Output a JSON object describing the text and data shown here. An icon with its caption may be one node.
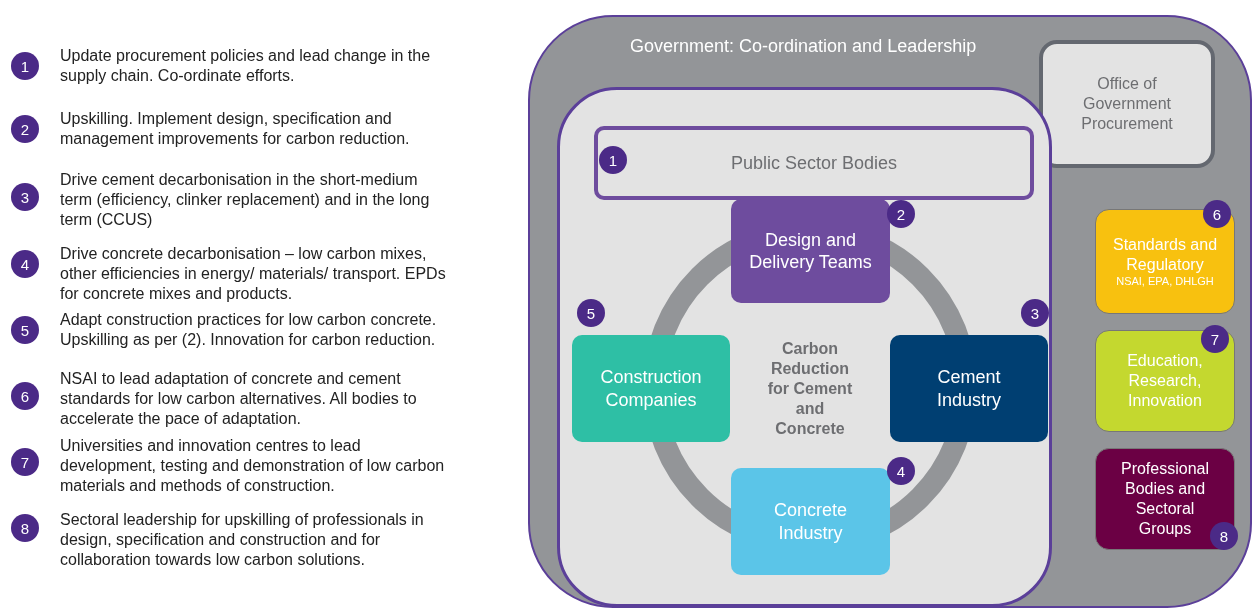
{
  "diagram": {
    "nodes": [
      {
        "text": [
          "Government: Co-ordination and Leadership"
        ]
      },
      {
        "text": [
          "Office of Government Procurement"
        ],
        "in": 0
      },
      {
        "text": [],
        "shape": "box",
        "in": 0
      },
      {
        "text": [
          "Public Sector Bodies"
        ],
        "in": 2
      },
      {
        "text": [
          "Design and Delivery Teams"
        ],
        "in": 2
      },
      {
        "text": [
          "Construction Companies"
        ],
        "in": 2
      },
      {
        "text": [
          "Carbon Reduction for Cement and Concrete"
        ],
        "in": 2
      },
      {
        "text": [
          "Cement Industry"
        ],
        "in": 2
      },
      {
        "text": [
          "Concrete Industry"
        ],
        "in": 2
      },
      {
        "text": [
          "Standards and Regulatory",
          "NSAI, EPA, DHLGH"
        ],
        "in": 0
      },
      {
        "text": [
          "Education, Research, Innovation"
        ],
        "in": 0
      },
      {
        "text": [
          "Professional Bodies and Sectoral Groups"
        ],
        "in": 0
      }
    ],
    "labels": [
      "1",
      "Update procurement policies and lead change in the supply chain. Co-ordinate efforts.",
      "2",
      "Upskilling.  Implement design, specification and management improvements for carbon reduction.",
      "3",
      "Drive cement decarbonisation in the short-medium term (efficiency, clinker replacement) and in the long term (CCUS)",
      "4",
      "Drive concrete decarbonisation – low carbon mixes, other efficiencies in energy/ materials/ transport. EPDs for concrete mixes and products.",
      "5",
      "Adapt construction practices for low carbon concrete. Upskilling as per (2).  Innovation for carbon reduction.",
      "6",
      "NSAI to lead adaptation of concrete and cement standards for low carbon alternatives.  All bodies to accelerate the pace of adaptation.",
      "7",
      "Universities and innovation centres to lead development, testing and demonstration of low carbon materials and methods of construction.",
      "8",
      "Sectoral leadership for upskilling of professionals in design, specification and construction and for collaboration towards low carbon solutions.",
      "1",
      "2",
      "3",
      "4",
      "5",
      "6",
      "7",
      "8"
    ]
  }
}
